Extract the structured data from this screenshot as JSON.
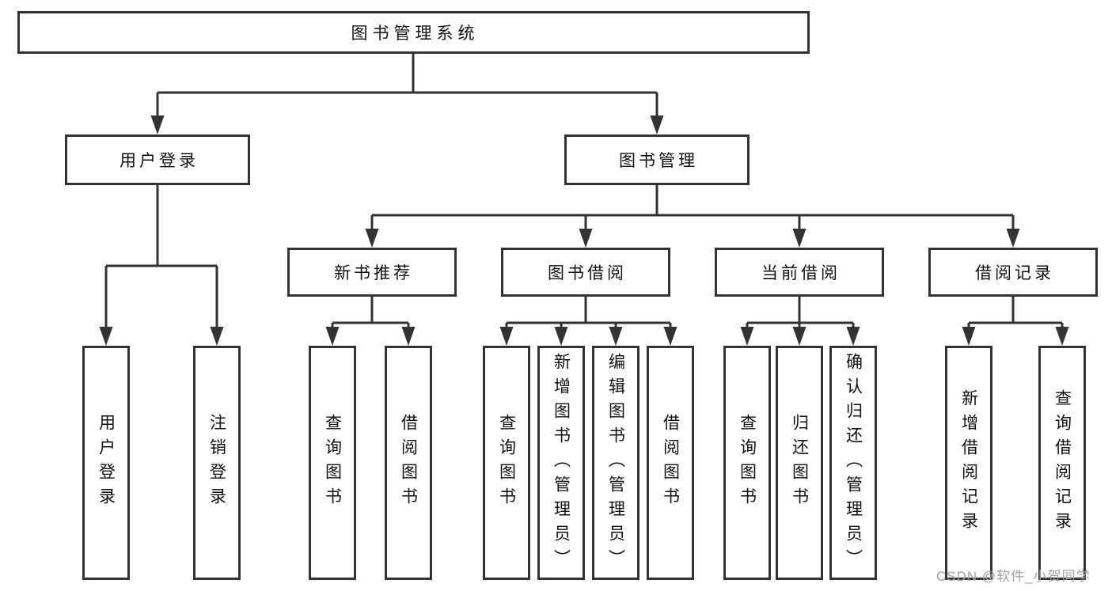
{
  "diagram": {
    "root": {
      "label": "图书管理系统"
    },
    "level2": [
      {
        "label": "用户登录"
      },
      {
        "label": "图书管理"
      }
    ],
    "level3": [
      {
        "label": "新书推荐"
      },
      {
        "label": "图书借阅"
      },
      {
        "label": "当前借阅"
      },
      {
        "label": "借阅记录"
      }
    ],
    "leaves": {
      "user_login": [
        "用户登录",
        "注销登录"
      ],
      "new_book_recommend": [
        "查询图书",
        "借阅图书"
      ],
      "book_borrow": [
        "查询图书",
        "新增图书（管理员）",
        "编辑图书（管理员）",
        "借阅图书"
      ],
      "current_borrow": [
        "查询图书",
        "归还图书",
        "确认归还（管理员）"
      ],
      "borrow_records": [
        "新增借阅记录",
        "查询借阅记录"
      ]
    }
  },
  "watermark": {
    "text": "CSDN @软件_小贺同学"
  },
  "colors": {
    "line": "#333333",
    "text": "#111111",
    "background": "#ffffff",
    "watermark": "#a3a3a3"
  }
}
